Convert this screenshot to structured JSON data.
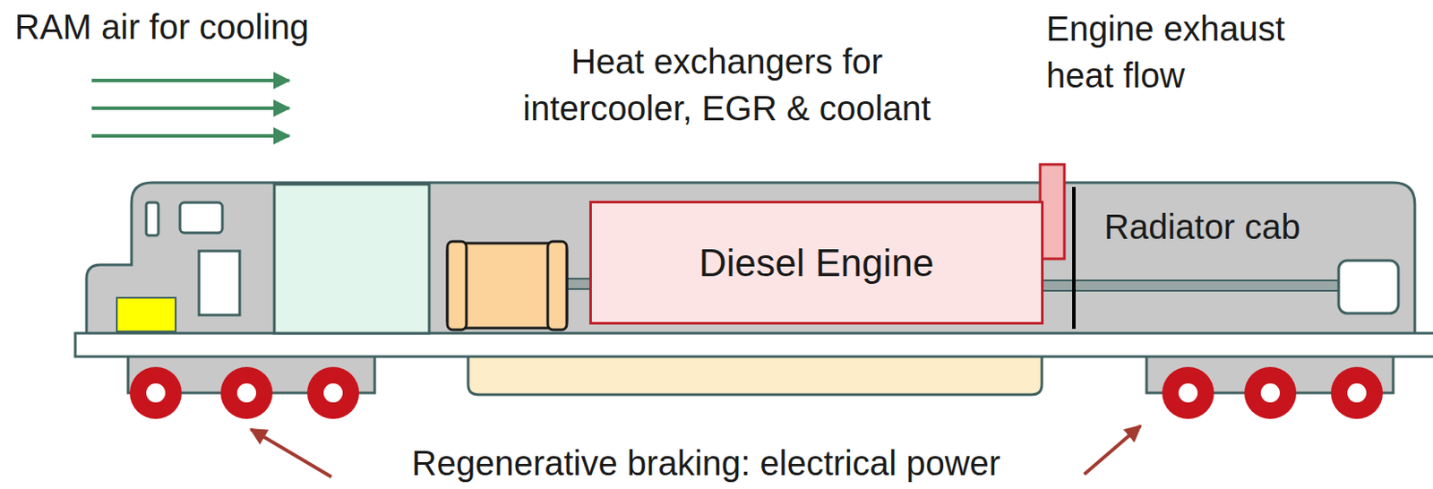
{
  "diagram": {
    "nodes": [
      {
        "text": [
          "Diesel Engine"
        ]
      },
      {
        "text": [
          "Radiator cab"
        ]
      }
    ],
    "labels": [
      "RAM air for cooling",
      "Heat exchangers for intercooler, EGR & coolant",
      "Engine exhaust heat flow",
      "Regenerative braking: electrical power"
    ]
  }
}
